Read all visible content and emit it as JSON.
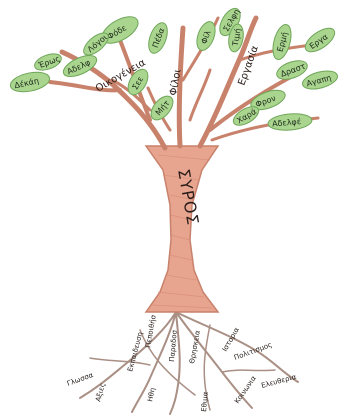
{
  "trunk_label": "ΣΥΡΟΣ",
  "branch_labels": [
    "Οικογένεια",
    "Φίλοι",
    "Εργασία"
  ],
  "leaf_labels": [
    "Δέκάη",
    "Φόδε",
    "Αδελφ",
    "Σεε",
    "Πέδα",
    "Μήτ",
    "Φίλ",
    "Σελφη",
    "Ερμή",
    "Εργα",
    "Δραστ",
    "Αγαπη",
    "Φρον",
    "Αδελφέ",
    "Χαρά",
    "Τιμή",
    "Λόγοι",
    "Έρως"
  ],
  "root_labels": [
    "Πεποιθήσ",
    "Εκπαιδευση",
    "Παραδοσ",
    "Θρησκεια",
    "Ιστορια",
    "Πολιτισμος",
    "Γλωσσα",
    "Αξιες",
    "Ηθη",
    "Εθιμα",
    "Κοινωνια",
    "Ελευθερια"
  ],
  "colors": {
    "trunk": "#e7a48f",
    "trunk_stroke": "#c8826b",
    "leaf": "#a9d58e",
    "leaf_stroke": "#6fa659",
    "root": "#a98f84"
  }
}
